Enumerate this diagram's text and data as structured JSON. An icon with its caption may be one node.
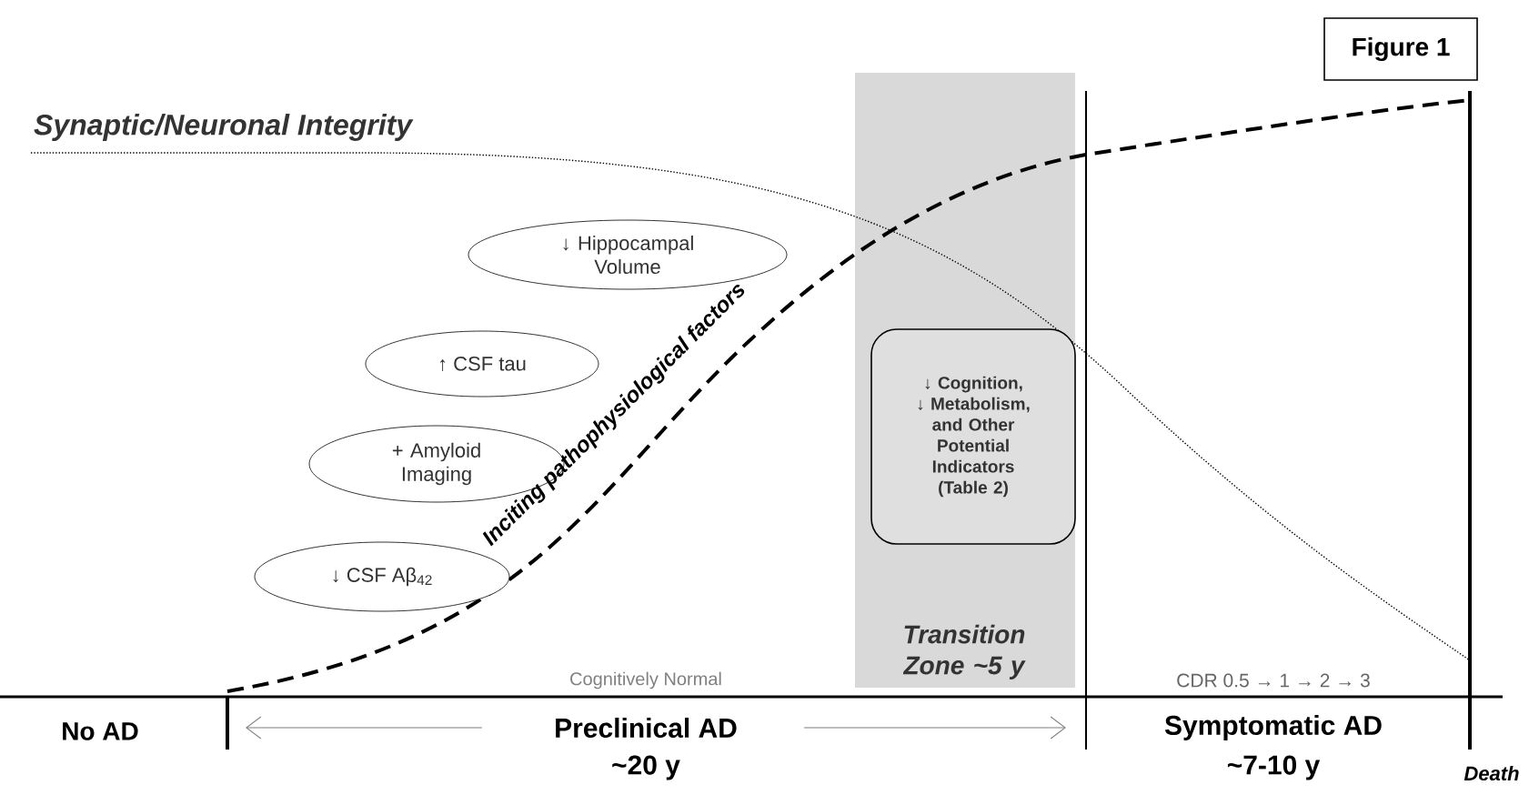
{
  "diagram": {
    "nodes": [
      {
        "text": [
          "Figure 1"
        ]
      },
      {
        "text": [
          "↓ Hippocampal Volume"
        ]
      },
      {
        "text": [
          "↑ CSF tau"
        ]
      },
      {
        "text": [
          "+ Amyloid Imaging"
        ]
      },
      {
        "text": [
          "↓ CSF Aβ$_{42}$"
        ]
      },
      {
        "text": [
          "Transition Zone ~5 y"
        ]
      },
      {
        "text": [
          "↓ Cognition, ↓ Metabolism, and Other Potential Indicators (Table 2)"
        ],
        "in": 5
      }
    ],
    "labels": [
      "Synaptic/Neuronal Integrity",
      "Inciting pathophysiological factors",
      "Cognitively Normal",
      "CDR 0.5 → 1 → 2 → 3",
      "No AD",
      "Preclinical AD",
      "~20 y",
      "Symptomatic AD",
      "~7-10 y",
      "Death"
    ]
  }
}
